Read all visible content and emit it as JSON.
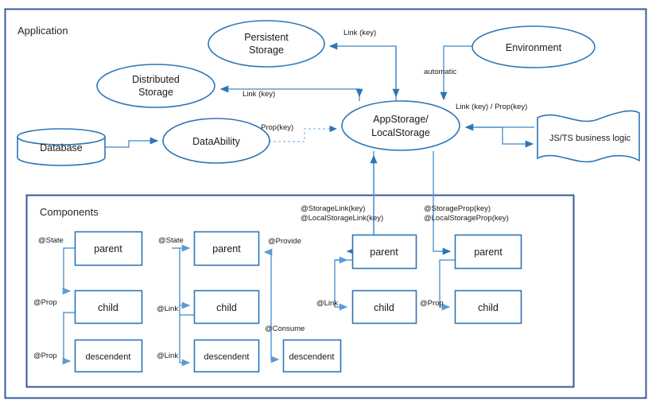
{
  "diagram": {
    "title": "Application",
    "frames": [
      {
        "id": "application",
        "label": "Application"
      },
      {
        "id": "components",
        "label": "Components"
      }
    ],
    "nodes": [
      {
        "id": "persistent-storage",
        "label_line1": "Persistent",
        "label_line2": "Storage",
        "shape": "ellipse"
      },
      {
        "id": "distributed-storage",
        "label_line1": "Distributed",
        "label_line2": "Storage",
        "shape": "ellipse"
      },
      {
        "id": "environment",
        "label_line1": "Environment",
        "label_line2": "",
        "shape": "ellipse"
      },
      {
        "id": "appstorage-localstorage",
        "label_line1": "AppStorage/",
        "label_line2": "LocalStorage",
        "shape": "ellipse"
      },
      {
        "id": "dataability",
        "label_line1": "DataAbility",
        "label_line2": "",
        "shape": "ellipse"
      },
      {
        "id": "database",
        "label_line1": "Database",
        "label_line2": "",
        "shape": "cylinder"
      },
      {
        "id": "js-ts-business-logic",
        "label_line1": "JS/TS business logic",
        "label_line2": "",
        "shape": "wave-document"
      }
    ],
    "edge_labels": {
      "link_key_persistent": "Link (key)",
      "link_key_distributed": "Link (key)",
      "prop_key_dataability": "Prop(key)",
      "automatic": "automatic",
      "link_prop_key_business": "Link (key) / Prop(key)",
      "storage_link": "@StorageLink(key)",
      "local_storage_link": "@LocalStorageLink(key)",
      "storage_prop": "@StorageProp(key)",
      "local_storage_prop": "@LocalStorageProp(key)"
    },
    "component_groups": [
      {
        "id": "group-state-prop",
        "boxes": [
          {
            "id": "g1-parent",
            "label": "parent"
          },
          {
            "id": "g1-child",
            "label": "child"
          },
          {
            "id": "g1-descendent",
            "label": "descendent"
          }
        ],
        "labels": [
          {
            "id": "g1-state",
            "text": "@State"
          },
          {
            "id": "g1-prop-child",
            "text": "@Prop"
          },
          {
            "id": "g1-prop-descendent",
            "text": "@Prop"
          }
        ]
      },
      {
        "id": "group-state-link-provide-consume",
        "boxes": [
          {
            "id": "g2-parent",
            "label": "parent"
          },
          {
            "id": "g2-child",
            "label": "child"
          },
          {
            "id": "g2-descendent",
            "label": "descendent"
          },
          {
            "id": "g2-consume-descendent",
            "label": "descendent"
          }
        ],
        "labels": [
          {
            "id": "g2-state",
            "text": "@State"
          },
          {
            "id": "g2-link-child",
            "text": "@Link"
          },
          {
            "id": "g2-link-descendent",
            "text": "@Link"
          },
          {
            "id": "g2-provide",
            "text": "@Provide"
          },
          {
            "id": "g2-consume",
            "text": "@Consume"
          }
        ]
      },
      {
        "id": "group-storagelink",
        "boxes": [
          {
            "id": "g3-parent",
            "label": "parent"
          },
          {
            "id": "g3-child",
            "label": "child"
          }
        ],
        "labels": [
          {
            "id": "g3-link",
            "text": "@Link"
          }
        ]
      },
      {
        "id": "group-storageprop",
        "boxes": [
          {
            "id": "g4-parent",
            "label": "parent"
          },
          {
            "id": "g4-child",
            "label": "child"
          }
        ],
        "labels": [
          {
            "id": "g4-prop",
            "text": "@Prop"
          }
        ]
      }
    ],
    "colors": {
      "node_stroke": "#2e75b6",
      "connector": "#5b9bd5",
      "frame": "#3a5a96",
      "text": "#1a1a1a",
      "background": "#ffffff"
    }
  }
}
